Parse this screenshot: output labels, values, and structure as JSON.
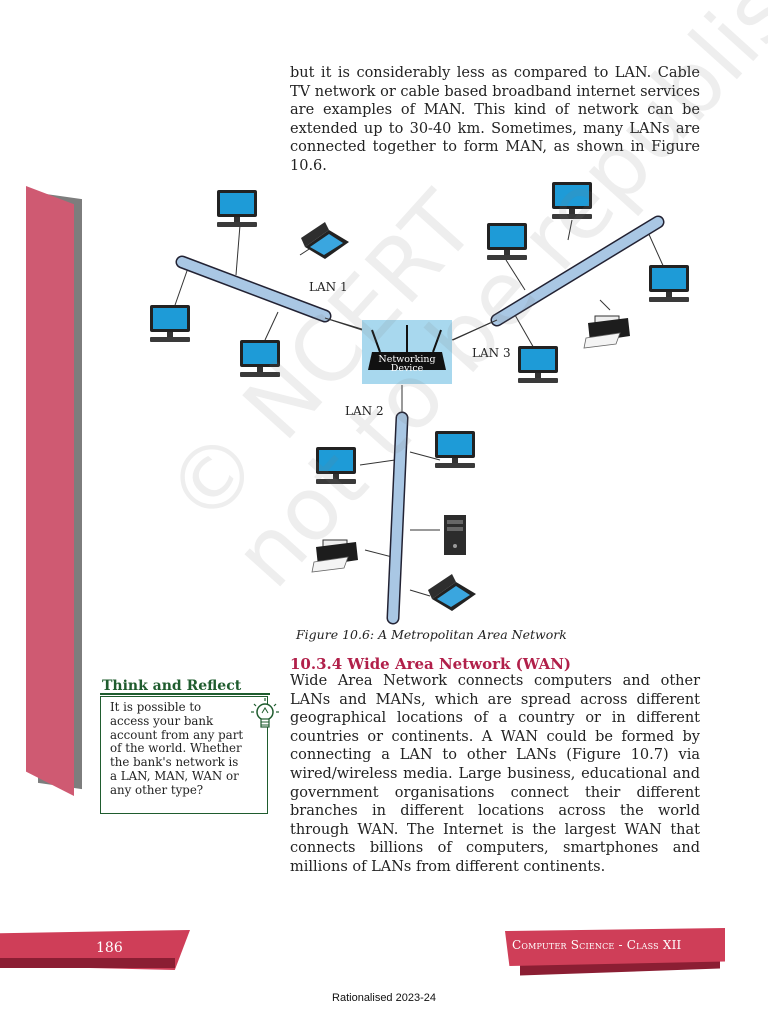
{
  "intro": {
    "text": "but it is considerably less as compared to LAN. Cable TV network or cable based broadband internet services are examples of MAN. This kind of network can be extended up to 30-40 km. Sometimes, many LANs are connected together to form MAN, as shown in Figure 10.6."
  },
  "figure": {
    "labels": {
      "lan1": "LAN 1",
      "lan2": "LAN 2",
      "lan3": "LAN 3"
    },
    "device_line1": "Networking",
    "device_line2": "Device",
    "caption": "Figure 10.6:  A Metropolitan Area Network"
  },
  "section": {
    "title": "10.3.4 Wide Area Network (WAN)",
    "body": "Wide Area Network connects computers and other LANs and MANs, which are spread across different geographical locations of a country or in different countries or continents. A WAN could be formed by connecting a LAN to other LANs (Figure 10.7) via wired/wireless media. Large business, educational and government organisations connect their different branches in different locations across the world through WAN. The Internet is the largest WAN that connects billions of computers, smartphones and millions of LANs from different continents."
  },
  "think_reflect": {
    "title": "Think and Reflect",
    "text": "It is possible to access your bank account from any part of the world. Whether the bank's network is a LAN, MAN, WAN or any other type?"
  },
  "footer": {
    "page_number": "186",
    "book_title": "Computer Science - Class XII",
    "rationalised": "Rationalised 2023-24"
  },
  "watermark": "© NCERT\nnot to be republished",
  "colors": {
    "accent_red": "#cf3e58",
    "section_title": "#b1204a",
    "think_green": "#1f5c2e",
    "cable_blue": "#a9c7e4"
  }
}
